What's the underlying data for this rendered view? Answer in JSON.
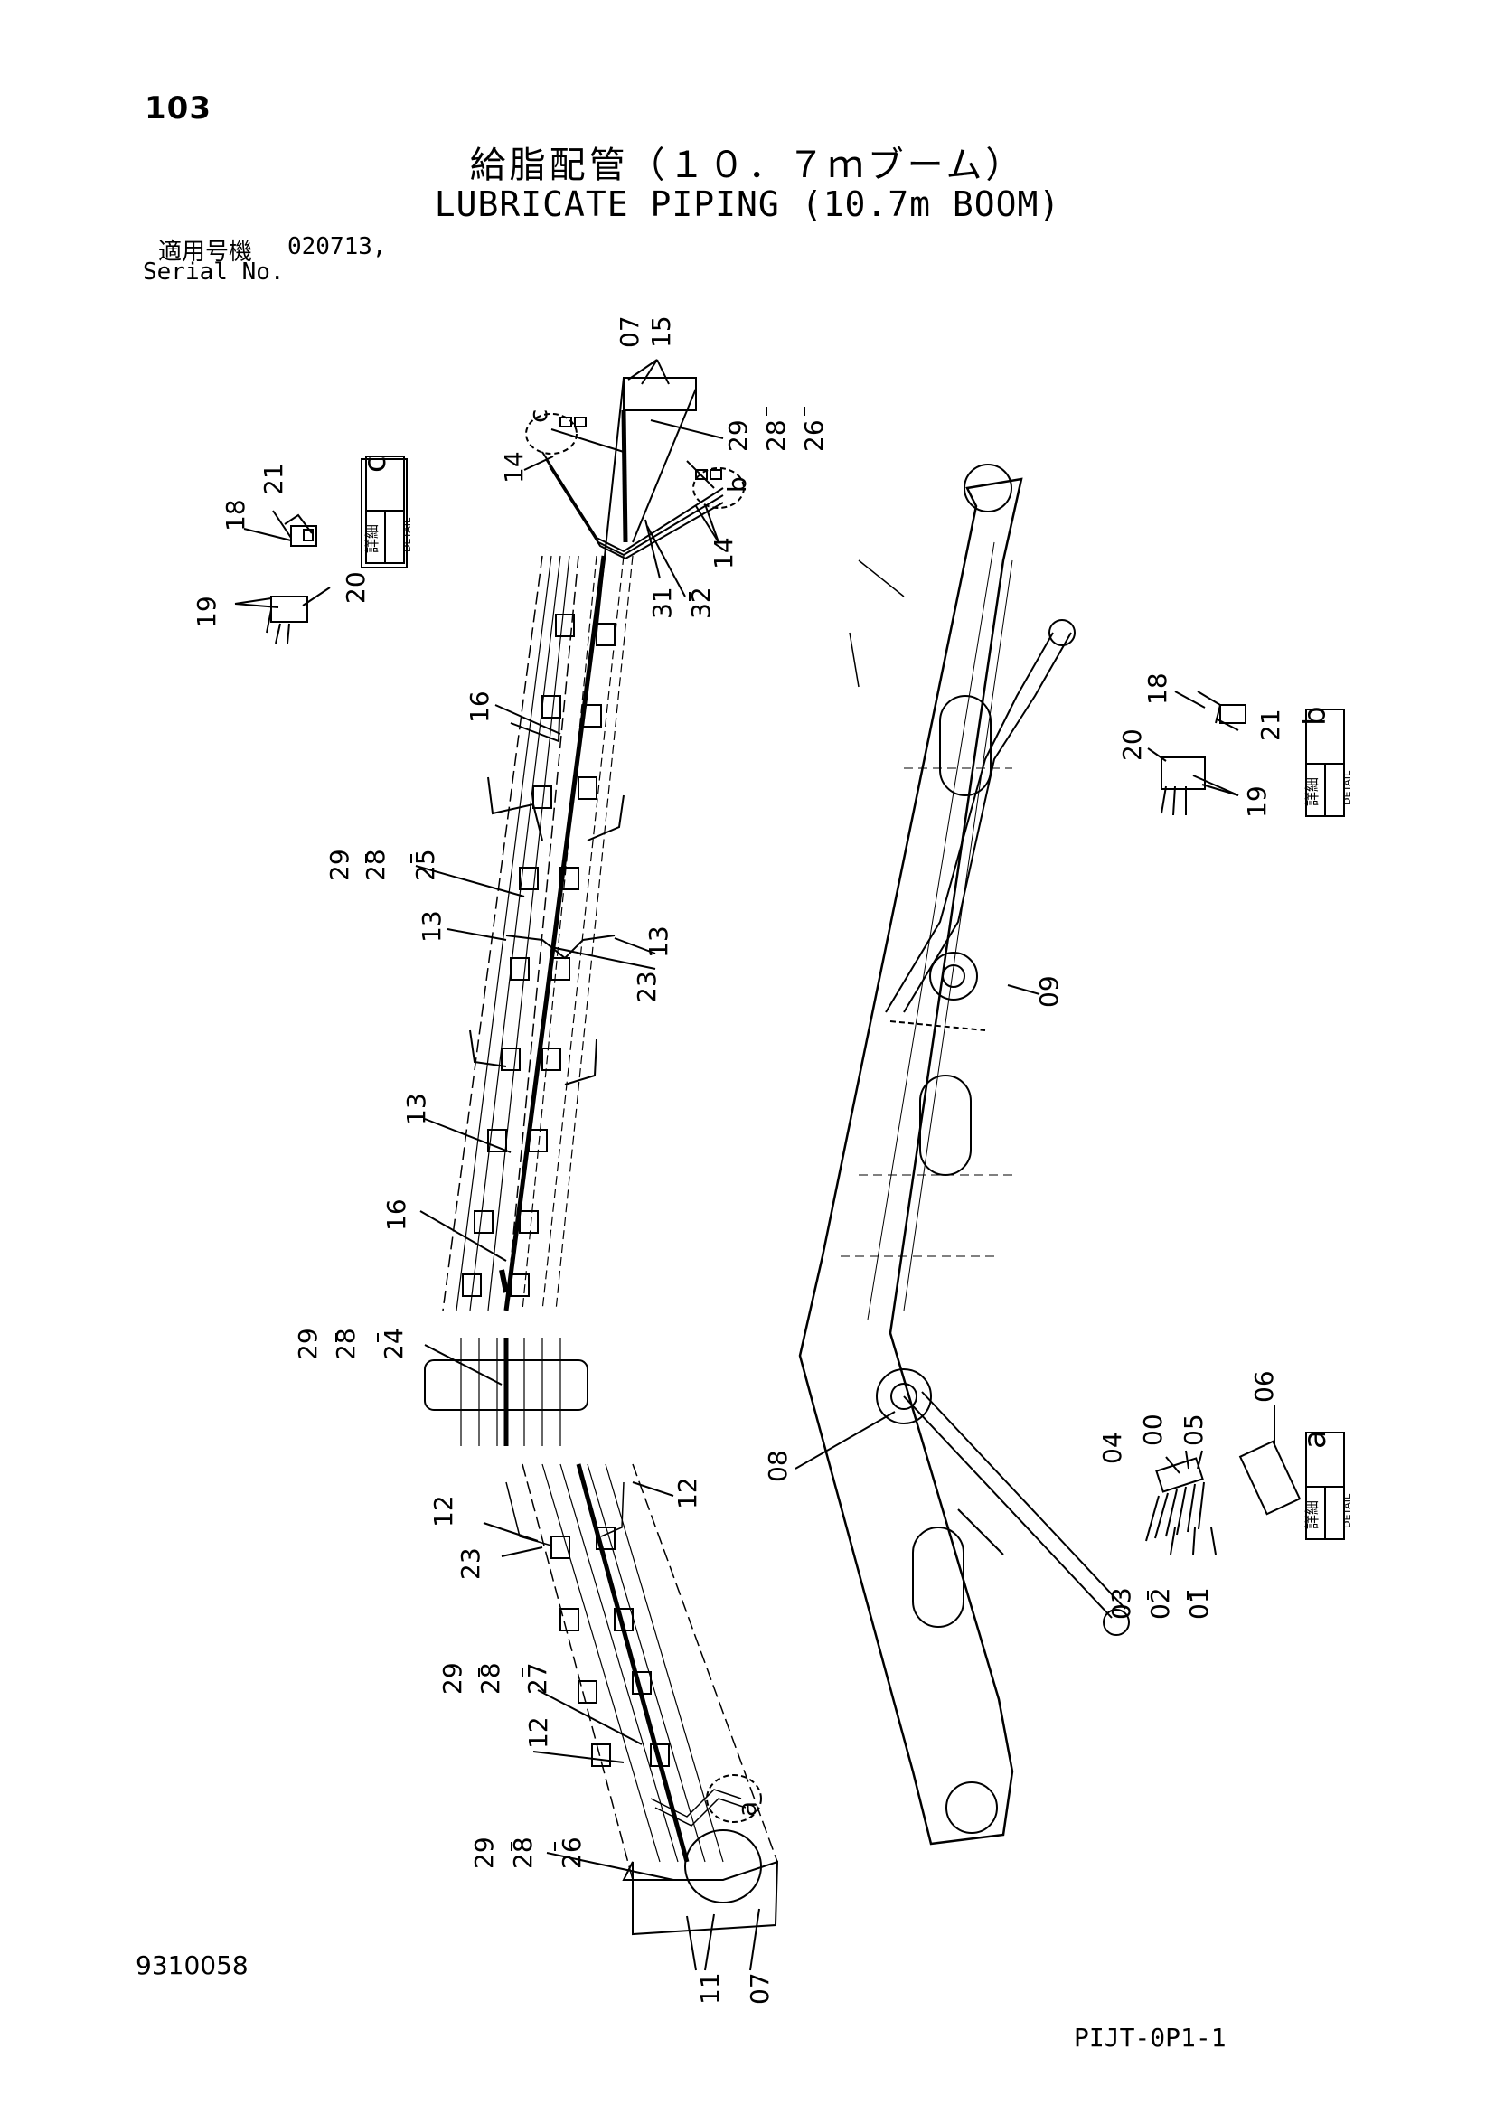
{
  "header": {
    "page_number": "103",
    "title_jp": "給脂配管（１０．７ｍブーム）",
    "title_en": "LUBRICATE PIPING (10.7m BOOM)",
    "serial_label_jp": "適用号機",
    "serial_value": "020713,",
    "serial_label_en": "Serial No."
  },
  "footer": {
    "doc_number": "9310058",
    "part_code": "PIJT-0P1-1"
  },
  "detail_boxes": {
    "c": {
      "jp": "詳細",
      "en": "DETAIL",
      "letter": "c"
    },
    "b": {
      "jp": "詳細",
      "en": "DETAIL",
      "letter": "b"
    },
    "a": {
      "jp": "詳細",
      "en": "DETAIL",
      "letter": "a"
    }
  },
  "callouts": {
    "top_07": "07",
    "top_15": "15",
    "top_29": "29",
    "top_28": "28",
    "top_26": "26",
    "c_mark": "c",
    "b_mark": "b",
    "top_14_left": "14",
    "top_14_right": "14",
    "top_31": "31",
    "top_32": "32",
    "dc_21": "21",
    "dc_18": "18",
    "dc_20": "20",
    "dc_19": "19",
    "mid_16_top": "16",
    "mid_29a": "29",
    "mid_28a": "28",
    "mid_25": "25",
    "mid_13_left": "13",
    "mid_13_right": "13",
    "mid_23_top": "23",
    "mid_13_center": "13",
    "mid_16_bottom": "16",
    "mid_29b": "29",
    "mid_28b": "28",
    "mid_24": "24",
    "bot_12_left": "12",
    "bot_12_right": "12",
    "bot_23": "23",
    "bot_29a": "29",
    "bot_28a": "28",
    "bot_27": "27",
    "bot_12_center": "12",
    "a_mark": "a",
    "bot_29b": "29",
    "bot_28b": "28",
    "bot_26": "26",
    "bot_11": "11",
    "bot_07": "07",
    "boom_09": "09",
    "boom_08": "08",
    "db_18": "18",
    "db_21": "21",
    "db_20": "20",
    "db_19": "19",
    "da_04": "04",
    "da_00": "00",
    "da_05": "05",
    "da_06": "06",
    "da_03": "03",
    "da_02": "02",
    "da_01": "01"
  }
}
